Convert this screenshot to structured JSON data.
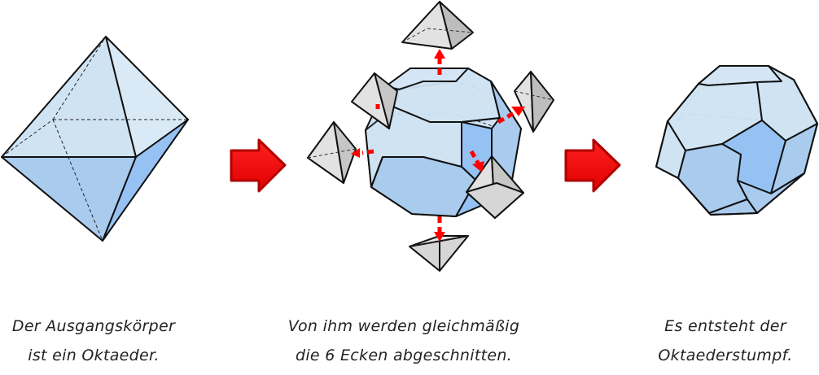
{
  "captions": {
    "left": {
      "line1": "Der Ausgangskörper",
      "line2": "ist ein Oktaeder."
    },
    "middle": {
      "line1": "Von ihm werden gleichmäßig",
      "line2": "die 6 Ecken abgeschnitten."
    },
    "right": {
      "line1": "Es entsteht der",
      "line2": "Oktaederstumpf."
    }
  },
  "colors": {
    "face_light": "#cfe3f3",
    "face_mid": "#a9cbee",
    "face_dark": "#96c2f3",
    "pyramid_light": "#e2e2e2",
    "pyramid_dark": "#bdbdbd",
    "arrow_red": "#ff0000",
    "arrow_dark": "#b00000",
    "edge": "#111111"
  }
}
